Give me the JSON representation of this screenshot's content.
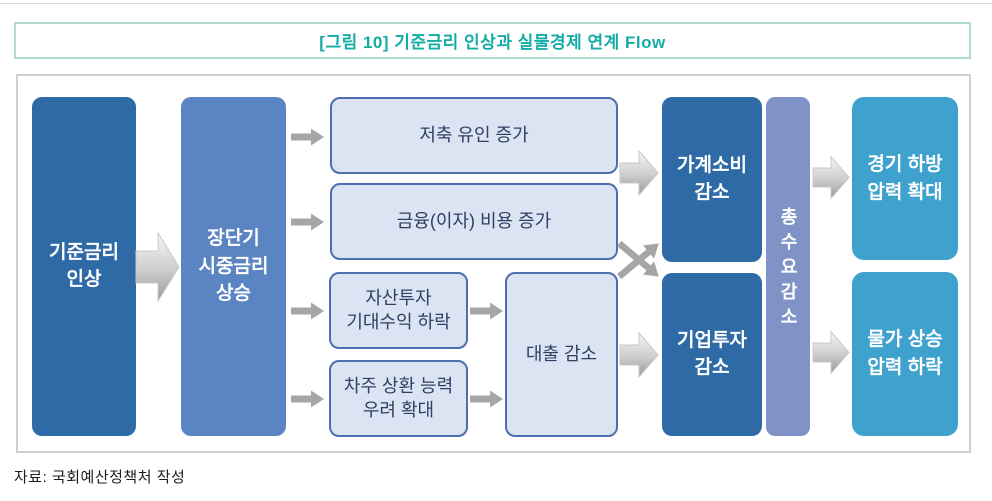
{
  "page": {
    "title_caption": "[그림 10] 기준금리 인상과 실물경제 연계 Flow",
    "source_note": "자료: 국회예산정책처 작성"
  },
  "diagram": {
    "policy": {
      "base_rate": "기준금리\n인상",
      "market_rate": "장단기\n시중금리\n상승"
    },
    "channels": {
      "savings_incentive": "저축 유인 증가",
      "finance_cost": "금융(이자) 비용 증가",
      "asset_return": "자산투자\n기대수익 하락",
      "borrower_concern": "차주 상환 능력\n우려 확대",
      "loan_decrease": "대출 감소"
    },
    "demand": {
      "household": "가계소비\n감소",
      "corporate": "기업투자\n감소",
      "total_demand": "총수요감소"
    },
    "outcomes": {
      "economy_downward": "경기 하방\n압력 확대",
      "price_pressure": "물가 상승\n압력 하락"
    }
  },
  "icons": {
    "flow_arrow": "block-arrow-right",
    "cross_arrows": "crossed-arrows-right"
  },
  "colors": {
    "title_teal": "#14ada6",
    "title_border": "#aedcd5",
    "dark_blue": "#2e6ba6",
    "medium_blue": "#5b84c2",
    "demand_bar_blue": "#8093c6",
    "sky_blue": "#3fa2ce",
    "channel_fill": "#dce3f2",
    "channel_border": "#4c6fae",
    "channel_text": "#2d4164",
    "arrow_gray": "#a6a6a6",
    "panel_border": "#ccd0d6"
  }
}
